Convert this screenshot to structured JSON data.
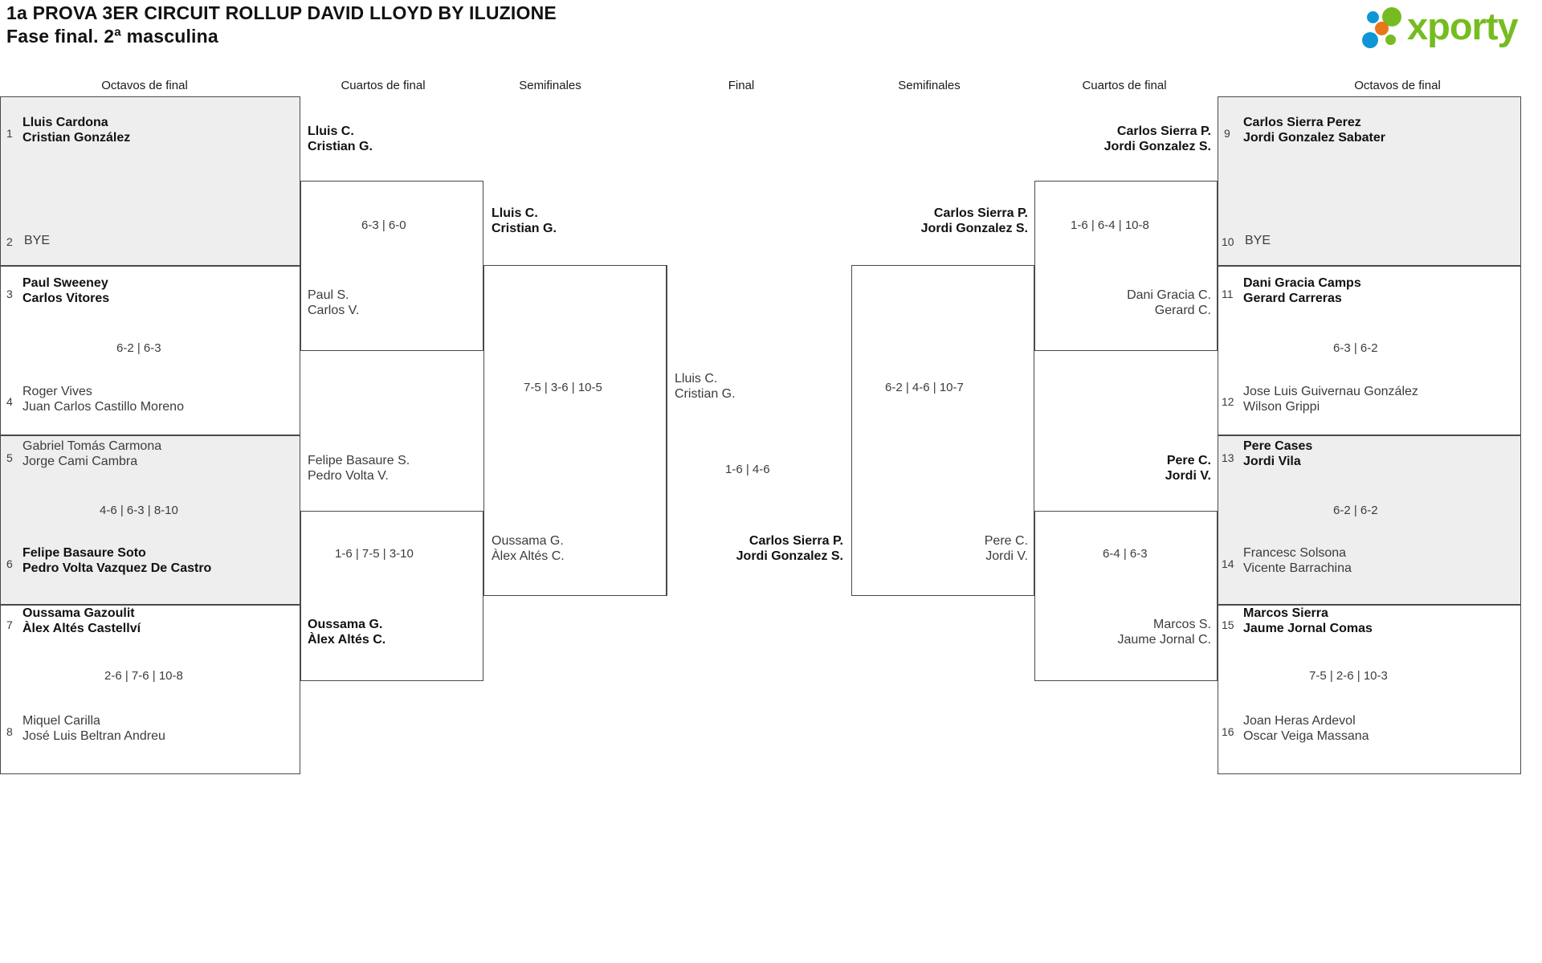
{
  "header": {
    "title": "1a PROVA 3ER CIRCUIT ROLLUP DAVID LLOYD BY ILUZIONE",
    "subtitle": "Fase final. 2ª masculina",
    "logo_text": "xporty",
    "logo_colors": {
      "green": "#76bc21",
      "blue": "#0f96d6",
      "orange": "#e8761b"
    }
  },
  "round_labels": {
    "left_r16": "Octavos de final",
    "left_qf": "Cuartos de final",
    "left_sf": "Semifinales",
    "final": "Final",
    "right_sf": "Semifinales",
    "right_qf": "Cuartos de final",
    "right_r16": "Octavos de final"
  },
  "bracket": {
    "left_r16": [
      {
        "seed": "1",
        "p1": "Lluis Cardona",
        "p2": "Cristian González",
        "winner": true
      },
      {
        "seed": "2",
        "p1": "BYE",
        "p2": "",
        "winner": false
      },
      {
        "seed": "3",
        "p1": "Paul Sweeney",
        "p2": "Carlos Vitores",
        "winner": true
      },
      {
        "seed": "4",
        "p1": "Roger Vives",
        "p2": "Juan Carlos Castillo Moreno",
        "winner": false
      },
      {
        "seed": "5",
        "p1": "Gabriel Tomás Carmona",
        "p2": "Jorge Cami Cambra",
        "winner": false
      },
      {
        "seed": "6",
        "p1": "Felipe Basaure Soto",
        "p2": "Pedro Volta Vazquez De Castro",
        "winner": true
      },
      {
        "seed": "7",
        "p1": "Oussama Gazoulit",
        "p2": "Àlex Altés Castellví",
        "winner": true
      },
      {
        "seed": "8",
        "p1": "Miquel Carilla",
        "p2": "José Luis Beltran Andreu",
        "winner": false
      }
    ],
    "left_r16_scores": [
      "",
      "6-2 | 6-3",
      "4-6 | 6-3 | 8-10",
      "2-6 | 7-6 | 10-8"
    ],
    "left_qf": [
      {
        "p1": "Lluis C.",
        "p2": "Cristian G.",
        "winner": true
      },
      {
        "p1": "Paul S.",
        "p2": "Carlos V.",
        "winner": false
      },
      {
        "p1": "Felipe Basaure S.",
        "p2": "Pedro Volta V.",
        "winner": false
      },
      {
        "p1": "Oussama G.",
        "p2": "Àlex Altés C.",
        "winner": true
      }
    ],
    "left_qf_scores": [
      "6-3 | 6-0",
      "1-6 | 7-5 | 3-10"
    ],
    "left_sf": [
      {
        "p1": "Lluis C.",
        "p2": "Cristian G.",
        "winner": true
      },
      {
        "p1": "Oussama G.",
        "p2": "Àlex Altés C.",
        "winner": false
      }
    ],
    "left_sf_scores": [
      "7-5 | 3-6 | 10-5"
    ],
    "final": [
      {
        "p1": "Lluis C.",
        "p2": "Cristian G.",
        "winner": false
      },
      {
        "p1": "Carlos Sierra P.",
        "p2": "Jordi Gonzalez S.",
        "winner": true
      }
    ],
    "final_score": "1-6 | 4-6",
    "right_sf": [
      {
        "p1": "Carlos Sierra P.",
        "p2": "Jordi Gonzalez S.",
        "winner": true
      },
      {
        "p1": "Pere C.",
        "p2": "Jordi V.",
        "winner": false
      }
    ],
    "right_sf_scores": [
      "6-2 | 4-6 | 10-7"
    ],
    "right_qf": [
      {
        "p1": "Carlos Sierra P.",
        "p2": "Jordi Gonzalez S.",
        "winner": true
      },
      {
        "p1": "Dani Gracia C.",
        "p2": "Gerard C.",
        "winner": false
      },
      {
        "p1": "Pere C.",
        "p2": "Jordi V.",
        "winner": true
      },
      {
        "p1": "Marcos S.",
        "p2": "Jaume Jornal C.",
        "winner": false
      }
    ],
    "right_qf_scores": [
      "1-6 | 6-4 | 10-8",
      "6-4 | 6-3"
    ],
    "right_r16": [
      {
        "seed": "9",
        "p1": "Carlos Sierra Perez",
        "p2": "Jordi Gonzalez Sabater",
        "winner": true
      },
      {
        "seed": "10",
        "p1": "BYE",
        "p2": "",
        "winner": false
      },
      {
        "seed": "11",
        "p1": "Dani Gracia Camps",
        "p2": "Gerard Carreras",
        "winner": true
      },
      {
        "seed": "12",
        "p1": "Jose Luis Guivernau González",
        "p2": "Wilson Grippi",
        "winner": false
      },
      {
        "seed": "13",
        "p1": "Pere Cases",
        "p2": "Jordi Vila",
        "winner": true
      },
      {
        "seed": "14",
        "p1": "Francesc Solsona",
        "p2": "Vicente Barrachina",
        "winner": false
      },
      {
        "seed": "15",
        "p1": "Marcos Sierra",
        "p2": "Jaume Jornal Comas",
        "winner": true
      },
      {
        "seed": "16",
        "p1": "Joan Heras Ardevol",
        "p2": "Oscar Veiga Massana",
        "winner": false
      }
    ],
    "right_r16_scores": [
      "",
      "6-3 | 6-2",
      "6-2 | 6-2",
      "7-5 | 2-6 | 10-3"
    ]
  }
}
